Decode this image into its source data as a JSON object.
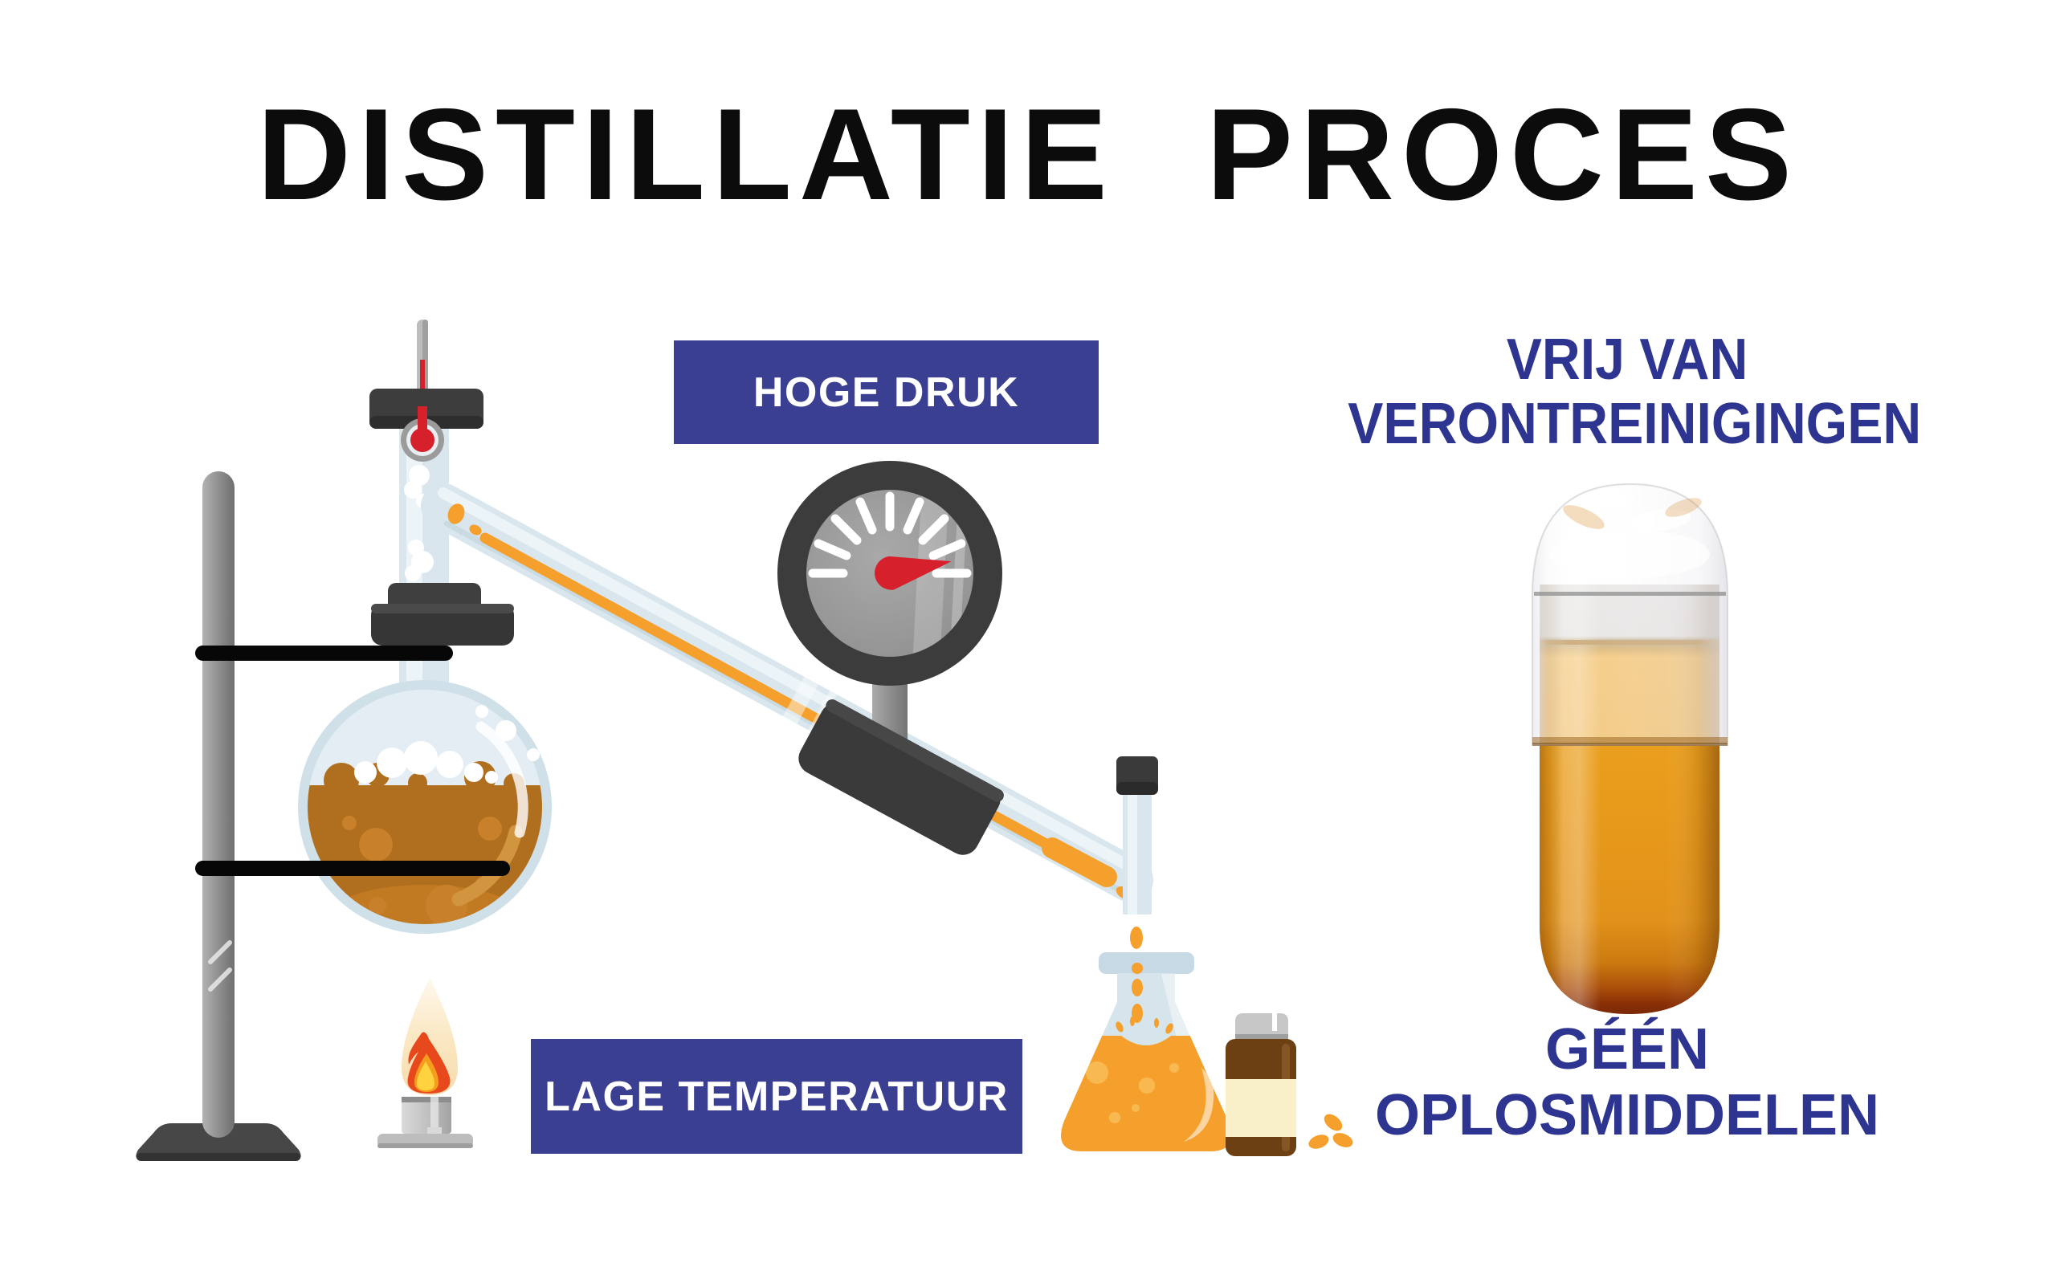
{
  "title": "DISTILLATIE PROCES",
  "labels": {
    "high_pressure": "HOGE DRUK",
    "low_temperature": "LAGE TEMPERATUUR",
    "purity_line1": "VRIJ VAN",
    "purity_line2": "VERONTREINIGINGEN",
    "solvent_line1": "GÉÉN",
    "solvent_line2": "OPLOSMIDDELEN"
  },
  "colors": {
    "title_black": "#0c0c0c",
    "label_box_navy": "#3b3f92",
    "label_text_navy": "#2e3590",
    "glass_blue": "#d9e6ed",
    "glass_highlight": "#ecf4f8",
    "distillate_orange": "#f5a02c",
    "mixture_brown": "#b06f1e",
    "hardware_dark_gray": "#3b3b3b",
    "needle_red": "#d6202c",
    "flame_red": "#e8491c",
    "flame_yellow": "#ffd23f",
    "capsule_amber": "#e89a1b"
  },
  "illustration": {
    "parts": [
      "lab-stand",
      "round-bottom-flask",
      "thermometer",
      "flask-clamp",
      "condenser-tube",
      "pressure-gauge",
      "tube-clamp",
      "outlet-tube",
      "erlenmeyer-flask",
      "burner",
      "pill-bottle",
      "pills",
      "capsule"
    ]
  }
}
